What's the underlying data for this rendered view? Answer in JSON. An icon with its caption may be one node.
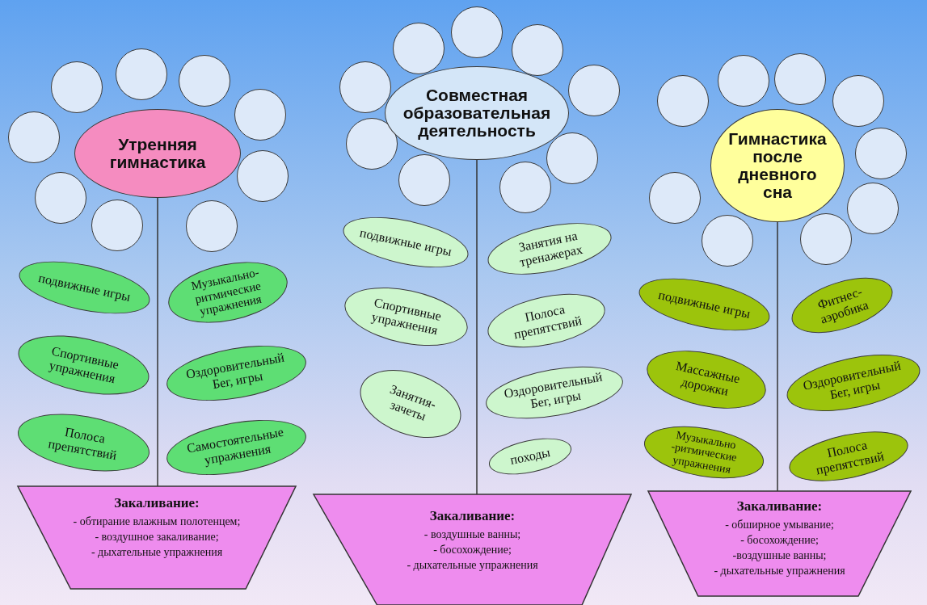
{
  "diagram": {
    "nodes": [
      {
        "text": [
          "Утренняя гимнастика"
        ]
      },
      {
        "text": [],
        "shape": "circle"
      },
      {
        "text": [],
        "shape": "circle"
      },
      {
        "text": [],
        "shape": "circle"
      },
      {
        "text": [],
        "shape": "circle"
      },
      {
        "text": [],
        "shape": "circle"
      },
      {
        "text": [],
        "shape": "circle"
      },
      {
        "text": [],
        "shape": "circle"
      },
      {
        "text": [],
        "shape": "circle"
      },
      {
        "text": [],
        "shape": "circle"
      },
      {
        "text": [
          "подвижные игры"
        ]
      },
      {
        "text": [
          "Спортивные упражнения"
        ]
      },
      {
        "text": [
          "Полоса препятствий"
        ]
      },
      {
        "text": [
          "Музыкально-ритмические упражнения"
        ]
      },
      {
        "text": [
          "Оздоровительный Бег, игры"
        ]
      },
      {
        "text": [
          "Самостоятельные упражнения"
        ]
      },
      {
        "text": [
          "Закаливание:",
          "- обтирание влажным полотенцем;",
          "- воздушное закаливание;",
          "- дыхательные упражнения"
        ]
      },
      {
        "text": [
          "Совместная образовательная деятельность"
        ]
      },
      {
        "text": [],
        "shape": "circle"
      },
      {
        "text": [],
        "shape": "circle"
      },
      {
        "text": [],
        "shape": "circle"
      },
      {
        "text": [],
        "shape": "circle"
      },
      {
        "text": [],
        "shape": "circle"
      },
      {
        "text": [],
        "shape": "circle"
      },
      {
        "text": [],
        "shape": "circle"
      },
      {
        "text": [],
        "shape": "circle"
      },
      {
        "text": [],
        "shape": "circle"
      },
      {
        "text": [
          "подвижные игры"
        ]
      },
      {
        "text": [
          "Спортивные упражнения"
        ]
      },
      {
        "text": [
          "Занятия-зачеты"
        ]
      },
      {
        "text": [
          "Занятия на тренажерах"
        ]
      },
      {
        "text": [
          "Полоса препятствий"
        ]
      },
      {
        "text": [
          "Оздоровительный Бег, игры"
        ]
      },
      {
        "text": [
          "походы"
        ]
      },
      {
        "text": [
          "Закаливание:",
          "- воздушные ванны;",
          "- босохождение;",
          "- дыхательные упражнения"
        ]
      },
      {
        "text": [
          "Гимнастика после дневного сна"
        ]
      },
      {
        "text": [],
        "shape": "circle"
      },
      {
        "text": [],
        "shape": "circle"
      },
      {
        "text": [],
        "shape": "circle"
      },
      {
        "text": [],
        "shape": "circle"
      },
      {
        "text": [],
        "shape": "circle"
      },
      {
        "text": [],
        "shape": "circle"
      },
      {
        "text": [],
        "shape": "circle"
      },
      {
        "text": [],
        "shape": "circle"
      },
      {
        "text": [],
        "shape": "circle"
      },
      {
        "text": [
          "подвижные игры"
        ]
      },
      {
        "text": [
          "Массажные дорожки"
        ]
      },
      {
        "text": [
          "Музыкально -ритмические упражнения"
        ]
      },
      {
        "text": [
          "Фитнес-аэробика"
        ]
      },
      {
        "text": [
          "Оздоровительный Бег, игры"
        ]
      },
      {
        "text": [
          "Полоса препятствий"
        ]
      },
      {
        "text": [
          "Закаливание:",
          "- обширное умывание;",
          "- босохождение;",
          "-воздушные ванны;",
          "- дыхательные упражнения"
        ]
      }
    ],
    "edges": [
      {
        "from": 0,
        "to": 16,
        "arrow": "none"
      },
      {
        "from": 17,
        "to": 34,
        "arrow": "none"
      },
      {
        "from": 35,
        "to": 51,
        "arrow": "none"
      }
    ]
  }
}
